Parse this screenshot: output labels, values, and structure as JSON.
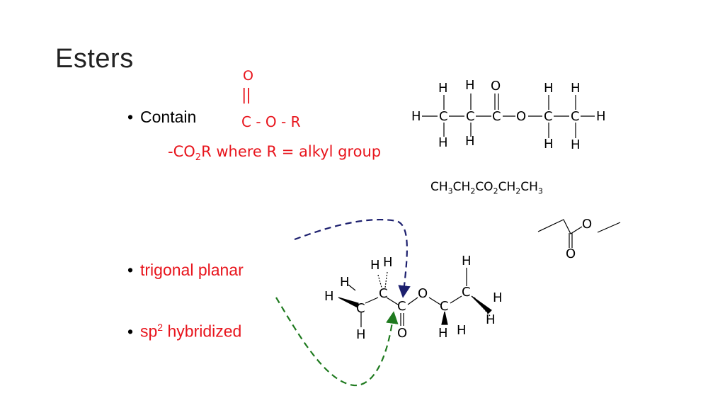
{
  "slide": {
    "title": "Esters",
    "bullets": {
      "contain": "Contain",
      "trigonal": "trigonal planar",
      "sp_base": "sp",
      "sp_sup": "2",
      "sp_rest": " hybridized"
    },
    "ester_group": {
      "top_o": "O",
      "double_bond": "||",
      "chain": "C - O - R"
    },
    "formula_note": {
      "prefix": "-CO",
      "sub": "2",
      "suffix": "R where R = alkyl group"
    },
    "condensed_formula": {
      "parts": [
        "CH",
        "3",
        "CH",
        "2",
        "CO",
        "2",
        "CH",
        "2",
        "CH",
        "3"
      ]
    },
    "atoms": {
      "H": "H",
      "C": "C",
      "O": "O"
    }
  },
  "colors": {
    "red": "#e8141c",
    "navy": "#1c1f6e",
    "green": "#1f7a1f",
    "text": "#222222"
  }
}
